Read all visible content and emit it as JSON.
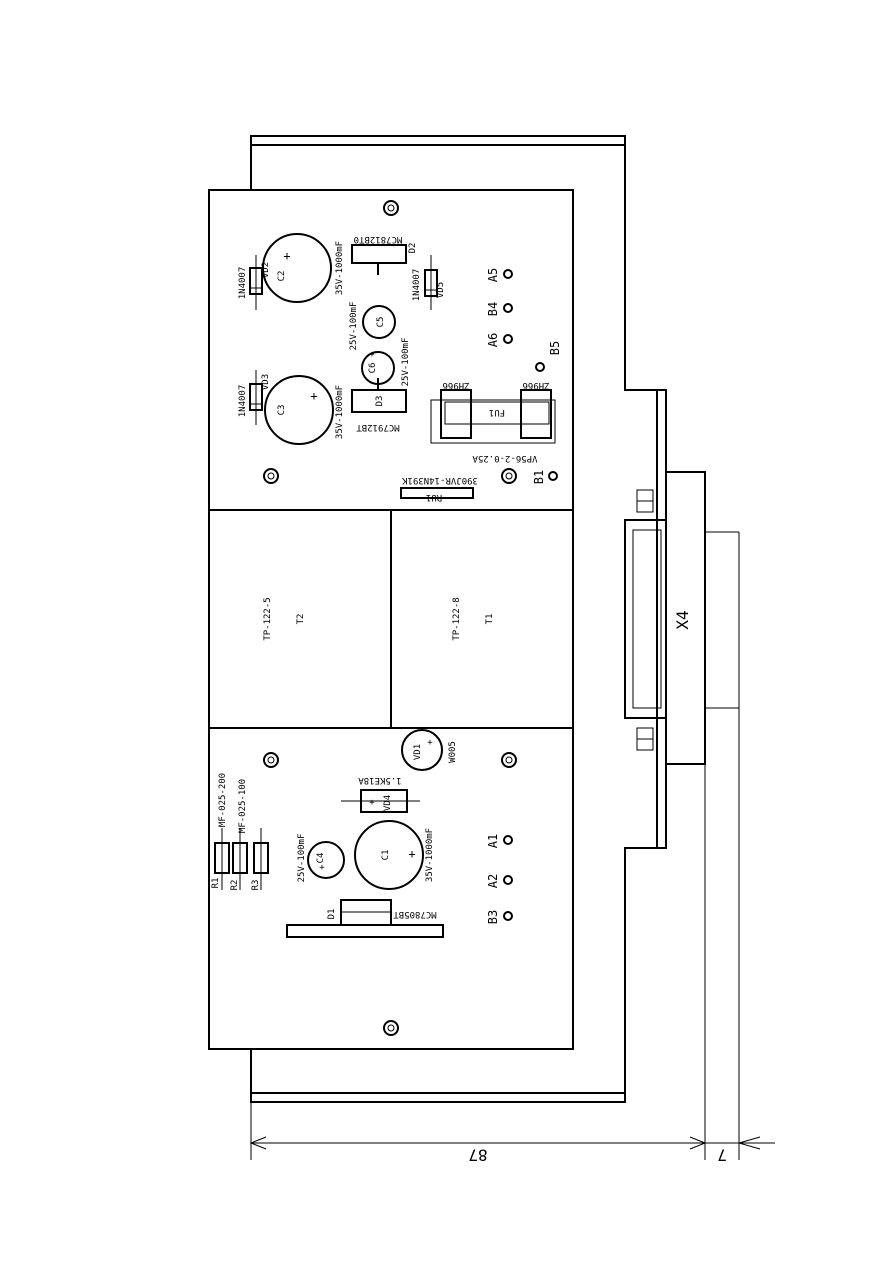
{
  "dimensions": {
    "main": "87",
    "offset": "7"
  },
  "connector": {
    "label": "X4"
  },
  "transformers": [
    {
      "ref": "T2",
      "part": "TP-122-5"
    },
    {
      "ref": "T1",
      "part": "TP-122-8"
    }
  ],
  "top_board": {
    "c2": {
      "ref": "C2",
      "value": "35V-1000mF"
    },
    "c3": {
      "ref": "C3",
      "value": "35V-1000mF"
    },
    "c5": {
      "ref": "C5",
      "value": "25V-100mF"
    },
    "c6": {
      "ref": "C6",
      "value": "25V-100mF"
    },
    "d2": {
      "ref": "D2",
      "part": "MC7812BT0"
    },
    "d3": {
      "ref": "D3",
      "part": "MC7912BT"
    },
    "vd2": {
      "ref": "VD2",
      "part": "1N4007"
    },
    "vd3": {
      "ref": "VD3",
      "part": "1N4007"
    },
    "vd5": {
      "ref": "VD5",
      "part": "1N4007"
    },
    "fuse": {
      "ref": "FU1",
      "part": "VP56-2-0.25A",
      "holder_left": "ZH966",
      "holder_right": "ZH966"
    },
    "varistor": {
      "ref": "RU1",
      "part": "390JVR-14N391K"
    },
    "pins": [
      "A5",
      "B4",
      "A6",
      "B5",
      "B1"
    ]
  },
  "bottom_board": {
    "c1": {
      "ref": "C1",
      "value": "35V-1000mF"
    },
    "c4": {
      "ref": "C4",
      "value": "25V-100mF"
    },
    "d1": {
      "ref": "D1",
      "part": "MC7805BT"
    },
    "vd1": {
      "ref": "VD1",
      "part": "W005"
    },
    "vd4": {
      "ref": "VD4",
      "part": "1.5KE18A"
    },
    "r1": {
      "ref": "R1",
      "part": "MF-025-200"
    },
    "r2": {
      "ref": "R2",
      "part": "MF-025-100"
    },
    "r3": {
      "ref": "R3"
    },
    "pins": [
      "A1",
      "A2",
      "B3"
    ]
  }
}
